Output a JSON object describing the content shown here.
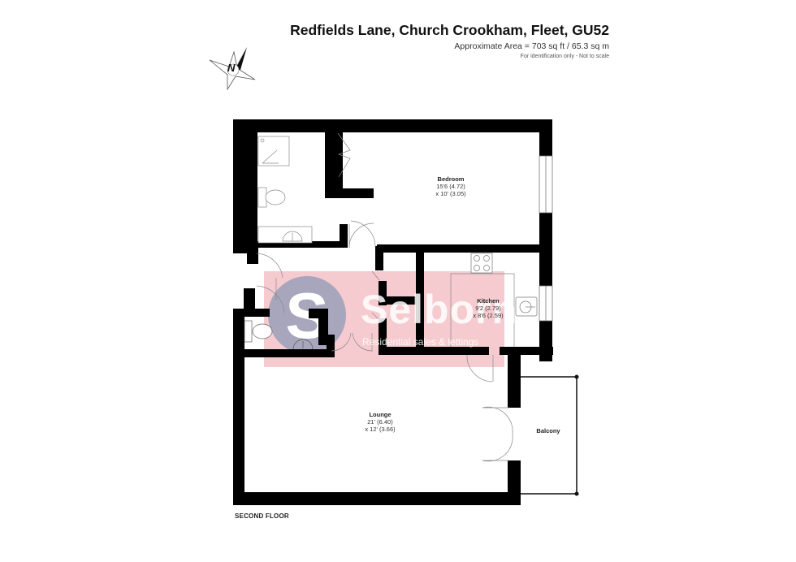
{
  "header": {
    "title": "Redfields Lane, Church Crookham, Fleet, GU52",
    "area": "Approximate Area = 703 sq ft / 65.3 sq m",
    "disclaimer": "For identification only - Not to scale"
  },
  "compass": {
    "label": "N",
    "icon": "compass-north-arrow-icon"
  },
  "floor_label": "SECOND FLOOR",
  "rooms": {
    "bedroom": {
      "name": "Bedroom",
      "dim1": "15'6 (4.72)",
      "dim2": "x 10' (3.05)"
    },
    "kitchen": {
      "name": "Kitchen",
      "dim1": "9'2 (2.79)",
      "dim2": "x 8'6 (2.59)"
    },
    "lounge": {
      "name": "Lounge",
      "dim1": "21' (6.40)",
      "dim2": "x 12' (3.66)"
    },
    "balcony": {
      "name": "Balcony"
    }
  },
  "watermark": {
    "brand": "Selborn",
    "tagline": "Residential sales & lettings",
    "box_color": "#f4c2c8",
    "circle_color": "#9aa0b8"
  },
  "colors": {
    "wall": "#000000",
    "fixture": "#888888",
    "background": "#ffffff"
  }
}
